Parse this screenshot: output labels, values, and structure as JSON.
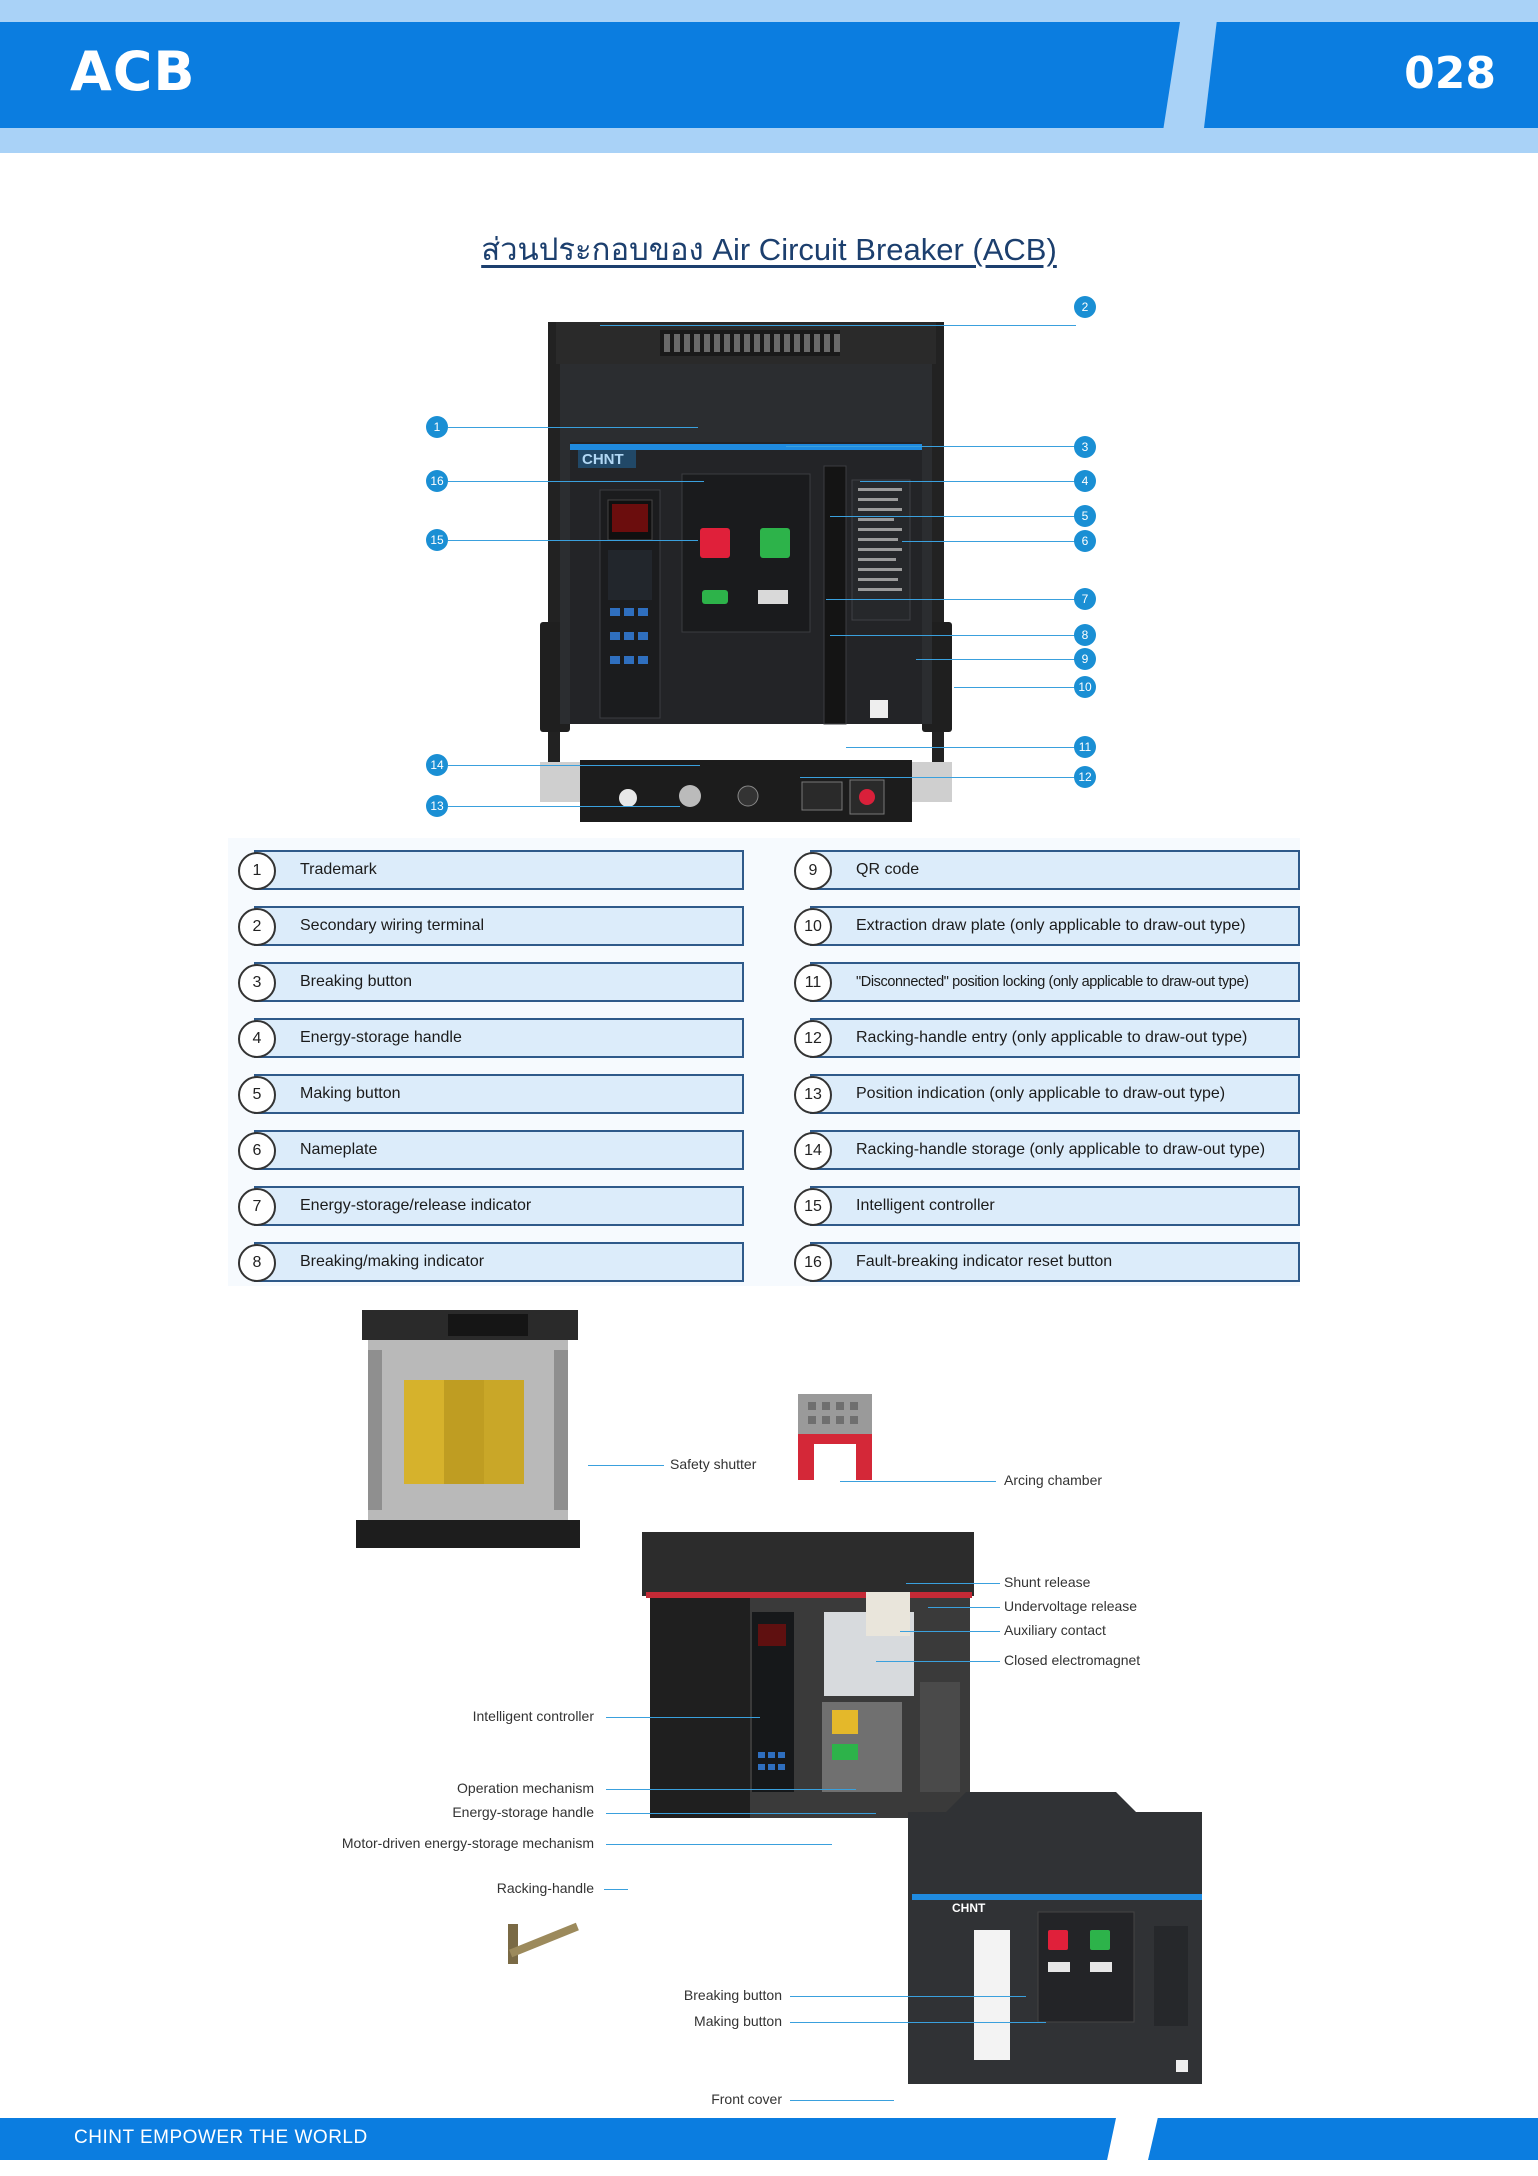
{
  "header": {
    "title": "ACB",
    "page_number": "028"
  },
  "section_title": "ส่วนประกอบของ Air Circuit Breaker (ACB)",
  "breaker_brand": "CHNT",
  "markers": [
    "1",
    "2",
    "3",
    "4",
    "5",
    "6",
    "7",
    "8",
    "9",
    "10",
    "11",
    "12",
    "13",
    "14",
    "15",
    "16"
  ],
  "legend": {
    "left": [
      {
        "num": "1",
        "label": "Trademark"
      },
      {
        "num": "2",
        "label": "Secondary wiring terminal"
      },
      {
        "num": "3",
        "label": "Breaking button"
      },
      {
        "num": "4",
        "label": "Energy-storage handle"
      },
      {
        "num": "5",
        "label": "Making button"
      },
      {
        "num": "6",
        "label": "Nameplate"
      },
      {
        "num": "7",
        "label": "Energy-storage/release indicator"
      },
      {
        "num": "8",
        "label": "Breaking/making indicator"
      }
    ],
    "right": [
      {
        "num": "9",
        "label": "QR code"
      },
      {
        "num": "10",
        "label": "Extraction draw plate (only applicable to draw-out type)"
      },
      {
        "num": "11",
        "label": "\"Disconnected\" position locking (only applicable to draw-out type)"
      },
      {
        "num": "12",
        "label": "Racking-handle entry (only applicable to draw-out type)"
      },
      {
        "num": "13",
        "label": "Position indication (only applicable to draw-out type)"
      },
      {
        "num": "14",
        "label": "Racking-handle storage (only applicable to draw-out type)"
      },
      {
        "num": "15",
        "label": "Intelligent controller"
      },
      {
        "num": "16",
        "label": "Fault-breaking indicator reset button"
      }
    ]
  },
  "parts_labels": {
    "safety_shutter": "Safety shutter",
    "arcing_chamber": "Arcing chamber",
    "shunt_release": "Shunt release",
    "undervoltage_release": "Undervoltage release",
    "auxiliary_contact": "Auxiliary contact",
    "closed_electromagnet": "Closed electromagnet",
    "intelligent_controller": "Intelligent controller",
    "operation_mechanism": "Operation mechanism",
    "energy_storage_handle": "Energy-storage handle",
    "motor_driven": "Motor-driven energy-storage mechanism",
    "racking_handle": "Racking-handle",
    "breaking_button": "Breaking button",
    "making_button": "Making button",
    "front_cover": "Front cover"
  },
  "front_cover_brand": "CHNT",
  "footer": {
    "text": "CHINT EMPOWER THE WORLD"
  },
  "colors": {
    "brand_blue": "#0b7de0",
    "light_blue": "#a9d2f7",
    "marker_blue": "#1a8fd4",
    "break_red": "#e0203a",
    "make_green": "#2db34a"
  }
}
